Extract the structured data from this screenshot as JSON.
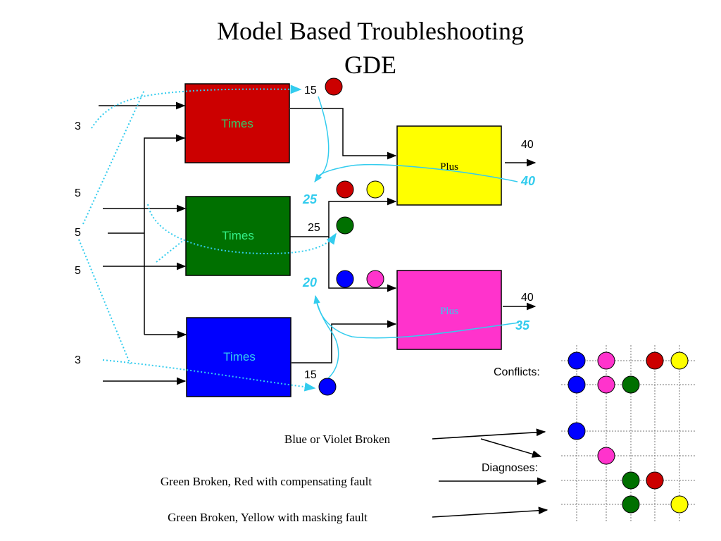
{
  "title": {
    "line1": "Model Based Troubleshooting",
    "line2": "GDE"
  },
  "inputs": [
    "3",
    "5",
    "5",
    "5",
    "3"
  ],
  "blocks": {
    "times_red": {
      "label": "Times",
      "color": "#cc0000"
    },
    "times_green": {
      "label": "Times",
      "color": "#007000"
    },
    "times_blue": {
      "label": "Times",
      "color": "#0000ff"
    },
    "plus_yellow": {
      "label": "Plus",
      "color": "#ffff00"
    },
    "plus_pink": {
      "label": "Plus",
      "color": "#ff33cc"
    }
  },
  "values": {
    "red_out": "15",
    "green_out": "25",
    "blue_out": "15",
    "yellow_out": "40",
    "pink_out": "40",
    "pred_yellow": "40",
    "pred_pink": "35",
    "pred_green_a": "25",
    "pred_green_b": "20"
  },
  "colors": {
    "red": "#cc0000",
    "yellow": "#ffff00",
    "green": "#007000",
    "blue": "#0000ff",
    "pink": "#ff33cc",
    "cyan": "#33ccee"
  },
  "labels": {
    "conflicts": "Conflicts:",
    "diagnoses": "Diagnoses:"
  },
  "diagnosis_texts": {
    "d1": "Blue or Violet Broken",
    "d2": "Green Broken, Red with compensating fault",
    "d3": "Green Broken, Yellow with masking fault"
  }
}
